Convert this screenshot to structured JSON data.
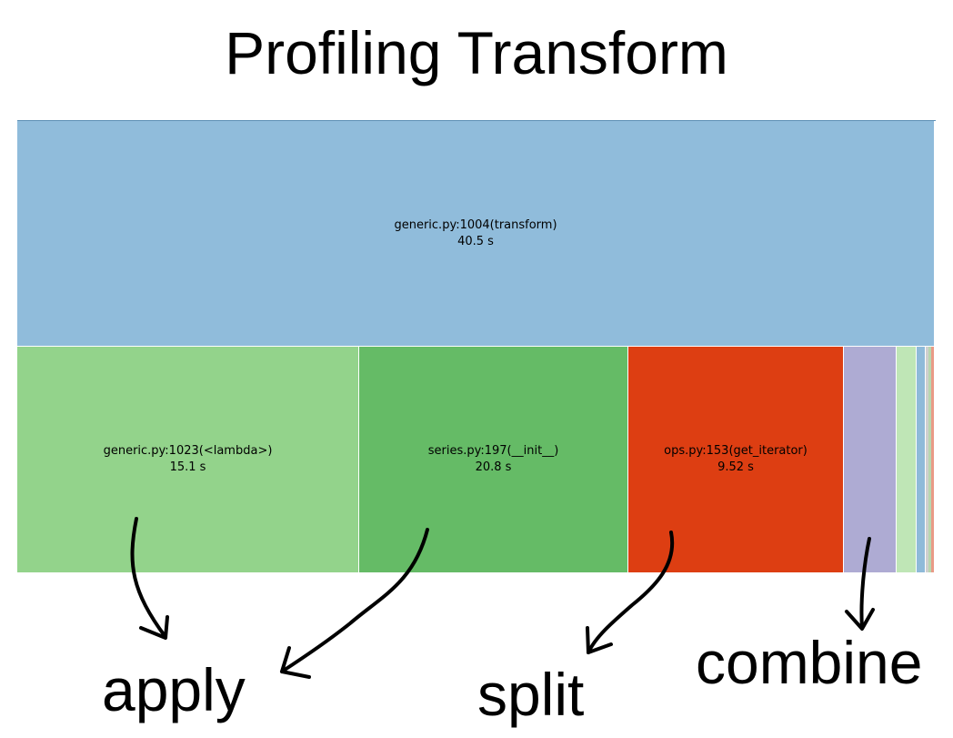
{
  "title": "Profiling Transform",
  "flame": {
    "root": {
      "name": "generic.py:1004(transform)",
      "time": "40.5 s",
      "color": "#90bcdb"
    },
    "children": [
      {
        "name": "generic.py:1023(<lambda>)",
        "time": "15.1 s",
        "color": "#93d38b"
      },
      {
        "name": "series.py:197(__init__)",
        "time": "20.8 s",
        "color": "#65bb66"
      },
      {
        "name": "ops.py:153(get_iterator)",
        "time": "9.52 s",
        "color": "#dd3e12"
      }
    ],
    "small_blocks": [
      {
        "color": "#aeabd3"
      },
      {
        "color": "#bfe6b6"
      },
      {
        "color": "#8fbad9"
      },
      {
        "color": "#cfcfcf"
      },
      {
        "color": "#b7d7b0"
      },
      {
        "color": "#e99a87"
      }
    ]
  },
  "annotations": {
    "apply": "apply",
    "split": "split",
    "combine": "combine"
  }
}
